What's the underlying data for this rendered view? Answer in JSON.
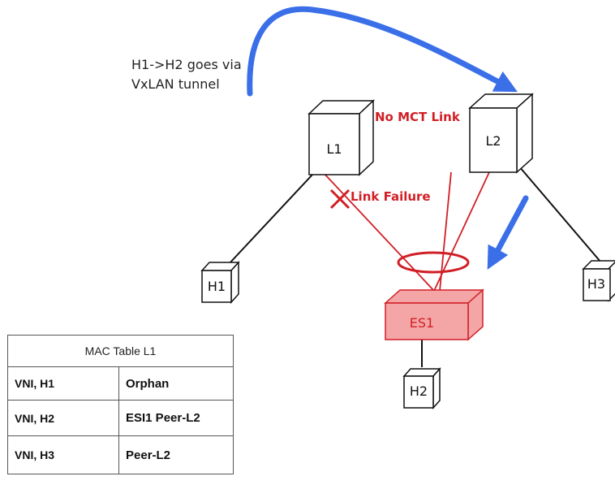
{
  "annotation": {
    "line1": "H1->H2 goes via",
    "line2": "VxLAN tunnel"
  },
  "labels": {
    "no_mct_link": "No MCT Link",
    "link_failure": "Link Failure"
  },
  "nodes": {
    "l1": "L1",
    "l2": "L2",
    "h1": "H1",
    "h2": "H2",
    "h3": "H3",
    "es1": "ES1"
  },
  "mac_table": {
    "title": "MAC Table L1",
    "rows": [
      {
        "key": "VNI, H1",
        "value": "Orphan"
      },
      {
        "key": "VNI, H2",
        "value": "ESI1 Peer-L2"
      },
      {
        "key": "VNI, H3",
        "value": "Peer-L2"
      }
    ]
  },
  "colors": {
    "accent_blue": "#3a6fe8",
    "link_red": "#d11f26",
    "es_fill": "#f4a6a6"
  }
}
